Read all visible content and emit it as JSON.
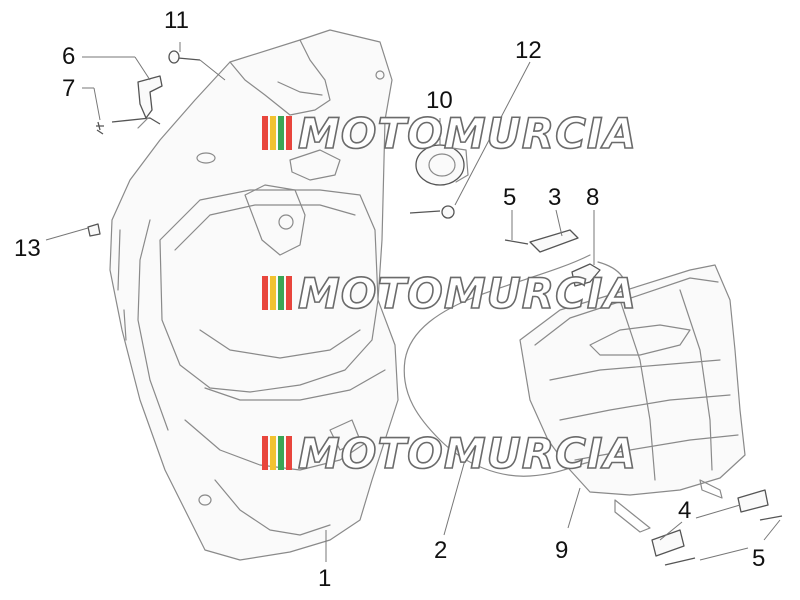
{
  "diagram": {
    "watermark_text": "MOTOMURCIA",
    "callouts": [
      {
        "id": "c1",
        "label": "1"
      },
      {
        "id": "c2",
        "label": "2"
      },
      {
        "id": "c3",
        "label": "3"
      },
      {
        "id": "c4",
        "label": "4"
      },
      {
        "id": "c5a",
        "label": "5"
      },
      {
        "id": "c5b",
        "label": "5"
      },
      {
        "id": "c6",
        "label": "6"
      },
      {
        "id": "c7",
        "label": "7"
      },
      {
        "id": "c8",
        "label": "8"
      },
      {
        "id": "c9",
        "label": "9"
      },
      {
        "id": "c10",
        "label": "10"
      },
      {
        "id": "c11",
        "label": "11"
      },
      {
        "id": "c12",
        "label": "12"
      },
      {
        "id": "c13",
        "label": "13"
      }
    ],
    "watermark_stripe_colors": [
      "#e8453c",
      "#f2c230",
      "#3aa655",
      "#e8453c"
    ]
  }
}
